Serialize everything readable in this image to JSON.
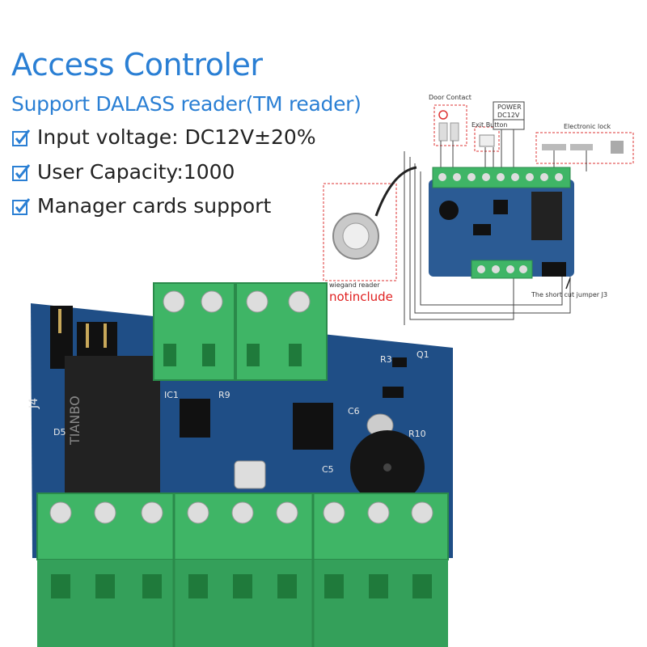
{
  "header": {
    "title": "Access Controler",
    "subtitle": "Support DALASS reader(TM reader)"
  },
  "features": [
    {
      "text": "Input voltage: DC12V±20%",
      "icon": "checkbox-icon"
    },
    {
      "text": "User Capacity:1000",
      "icon": "checkbox-icon"
    },
    {
      "text": "Manager cards support",
      "icon": "checkbox-icon"
    }
  ],
  "diagram": {
    "door_contact": "Door Contact",
    "exit_button": "Exit Button",
    "power": "POWER",
    "power_voltage": "DC12V",
    "electronic_lock": "Electronic lock",
    "wiegand_reader": "wiegand reader",
    "not_include": "notinclude",
    "jumper": "The short cut jumper J3"
  },
  "board_markings": {
    "relay_brand": "TIANBO",
    "j4": "J4",
    "ic1": "IC1",
    "r3": "R3",
    "q1": "Q1",
    "r9": "R9",
    "c6": "C6",
    "r10": "R10",
    "c5": "C5",
    "d5": "D5"
  },
  "colors": {
    "accent": "#2a7fd4",
    "terminal_green": "#3fb566",
    "pcb_blue": "#1f4e86",
    "not_include_red": "#e02020"
  }
}
